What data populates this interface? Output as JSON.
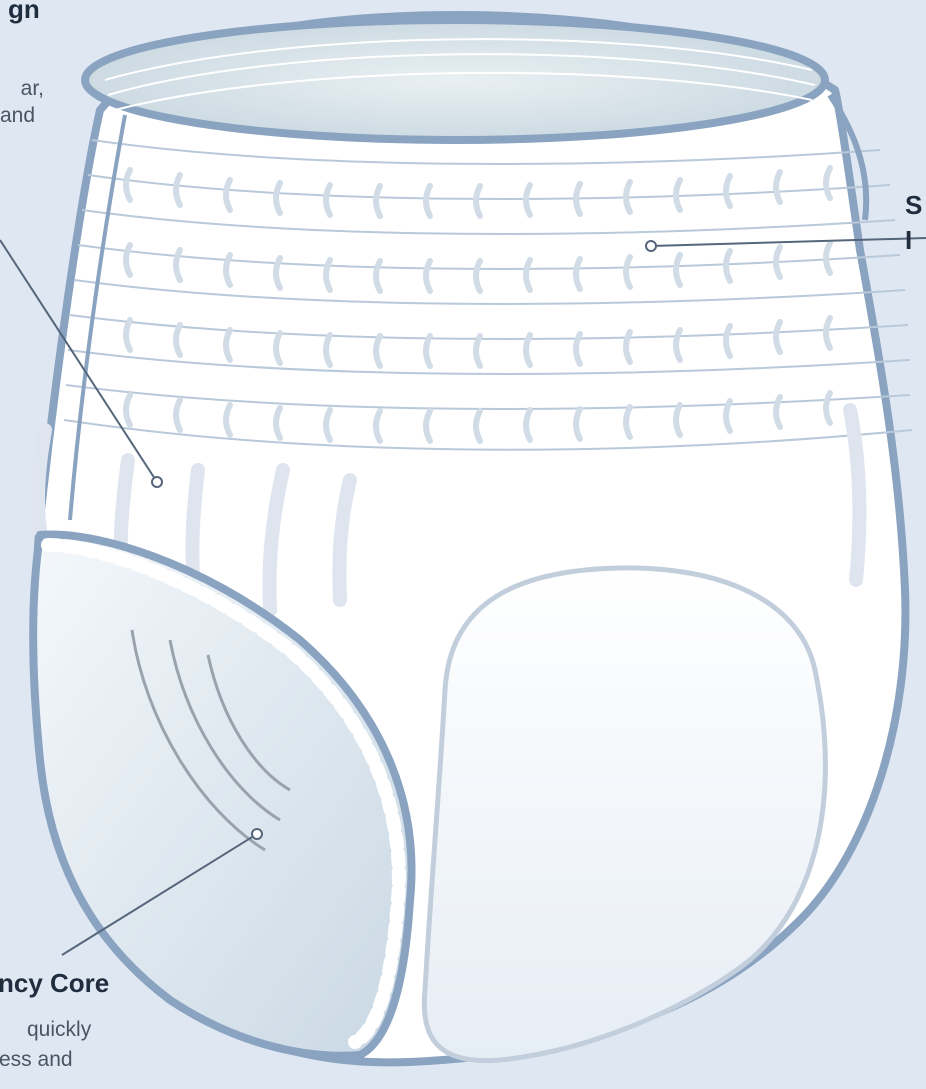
{
  "callouts": {
    "design": {
      "title_fragment": "gn",
      "desc_fragments": [
        "ar,",
        "and"
      ]
    },
    "stretch_band": {
      "title_fragments": [
        "S",
        "I"
      ]
    },
    "core": {
      "title_fragment": "ncy Core",
      "desc_fragments": [
        "quickly",
        "ess and"
      ]
    }
  },
  "colors": {
    "background": "#dfe7f2",
    "outline": "#8aa3c0",
    "leader_line": "#55667a",
    "heading_text": "#1f2d3f",
    "body_text": "#4a5563"
  }
}
